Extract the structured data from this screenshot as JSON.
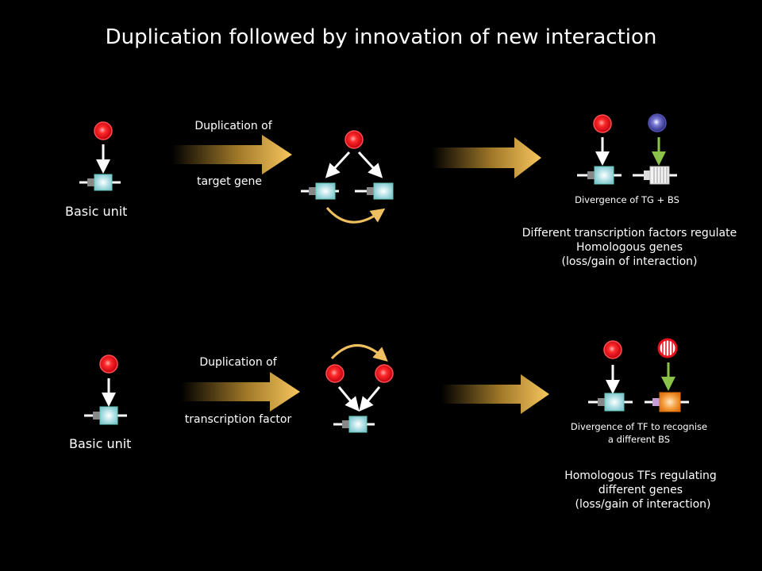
{
  "title": "Duplication followed by innovation of new interaction",
  "top_panel": {
    "basic_unit_label": "Basic unit",
    "arrow_label_line1": "Duplication of",
    "arrow_label_line2": "target gene",
    "result_caption": "Divergence of TG + BS",
    "summary_line1": "Different transcription factors regulate",
    "summary_line2": "Homologous genes",
    "summary_line3": "(loss/gain of interaction)"
  },
  "bottom_panel": {
    "basic_unit_label": "Basic unit",
    "arrow_label_line1": "Duplication of",
    "arrow_label_line2": "transcription factor",
    "result_caption_line1": "Divergence of TF to recognise",
    "result_caption_line2": "a different BS",
    "summary_line1": "Homologous TFs regulating",
    "summary_line2": "different genes",
    "summary_line3": "(loss/gain of interaction)"
  },
  "colors": {
    "background": "#000000",
    "transcription_factor": "#e8101a",
    "divergent_tf_blue": "#3a3a9a",
    "gene_box": "#a8dde2",
    "divergent_gene": "#f08a1e",
    "arrow_gold": "#f0c060",
    "green_arrow": "#8bc34a"
  }
}
